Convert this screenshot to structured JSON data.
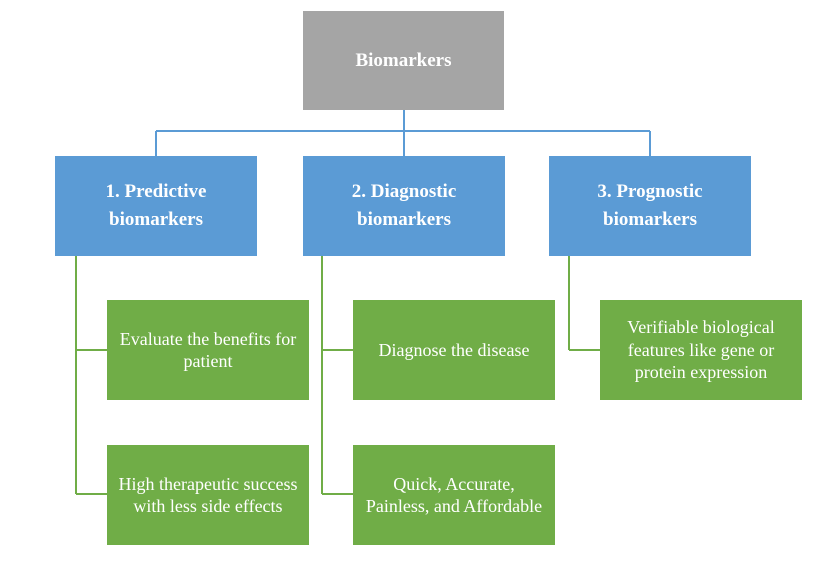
{
  "root": {
    "label": "Biomarkers"
  },
  "categories": [
    {
      "label": "1. Predictive biomarkers",
      "items": [
        "Evaluate the benefits for patient",
        "High therapeutic success with less side effects"
      ]
    },
    {
      "label": "2. Diagnostic biomarkers",
      "items": [
        "Diagnose the disease",
        "Quick, Accurate, Painless, and Affordable"
      ]
    },
    {
      "label": "3. Prognostic biomarkers",
      "items": [
        "Verifiable biological features like gene or protein expression"
      ]
    }
  ],
  "colors": {
    "root": "#a5a5a5",
    "category": "#5b9bd5",
    "item": "#70ad47",
    "connector_top": "#5b9bd5",
    "connector_branch": "#70ad47"
  }
}
